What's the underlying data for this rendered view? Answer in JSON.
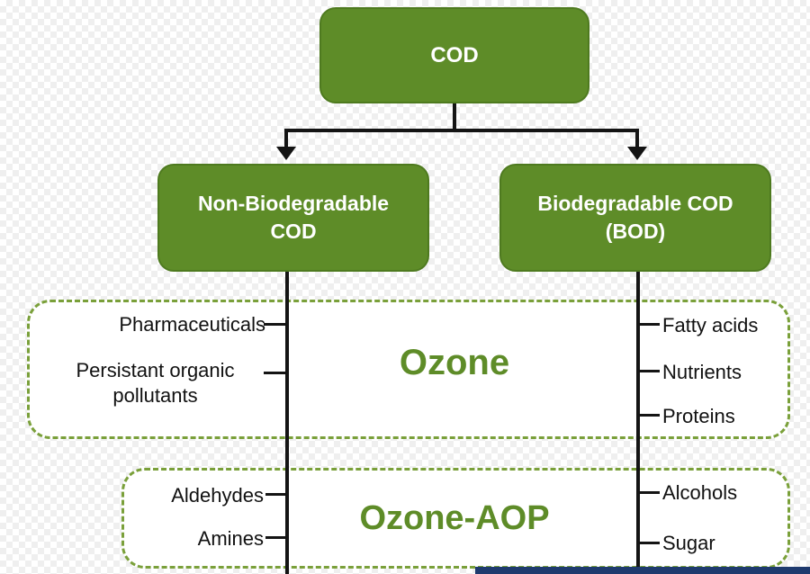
{
  "diagram": {
    "root": {
      "label": "COD"
    },
    "left_branch": {
      "label": "Non-Biodegradable COD"
    },
    "right_branch": {
      "label": "Biodegradable COD (BOD)"
    },
    "ozone_section": {
      "title": "Ozone",
      "left_items": [
        "Pharmaceuticals",
        "Persistant organic pollutants"
      ],
      "right_items": [
        "Fatty acids",
        "Nutrients",
        "Proteins"
      ]
    },
    "ozone_aop_section": {
      "title": "Ozone-AOP",
      "left_items": [
        "Aldehydes",
        "Amines"
      ],
      "right_items": [
        "Alcohols",
        "Sugar"
      ]
    },
    "colors": {
      "box_green": "#5e8c28",
      "title_green": "#5e8c28",
      "dashed_border_green": "#7aa03a",
      "line_black": "#141414"
    }
  }
}
